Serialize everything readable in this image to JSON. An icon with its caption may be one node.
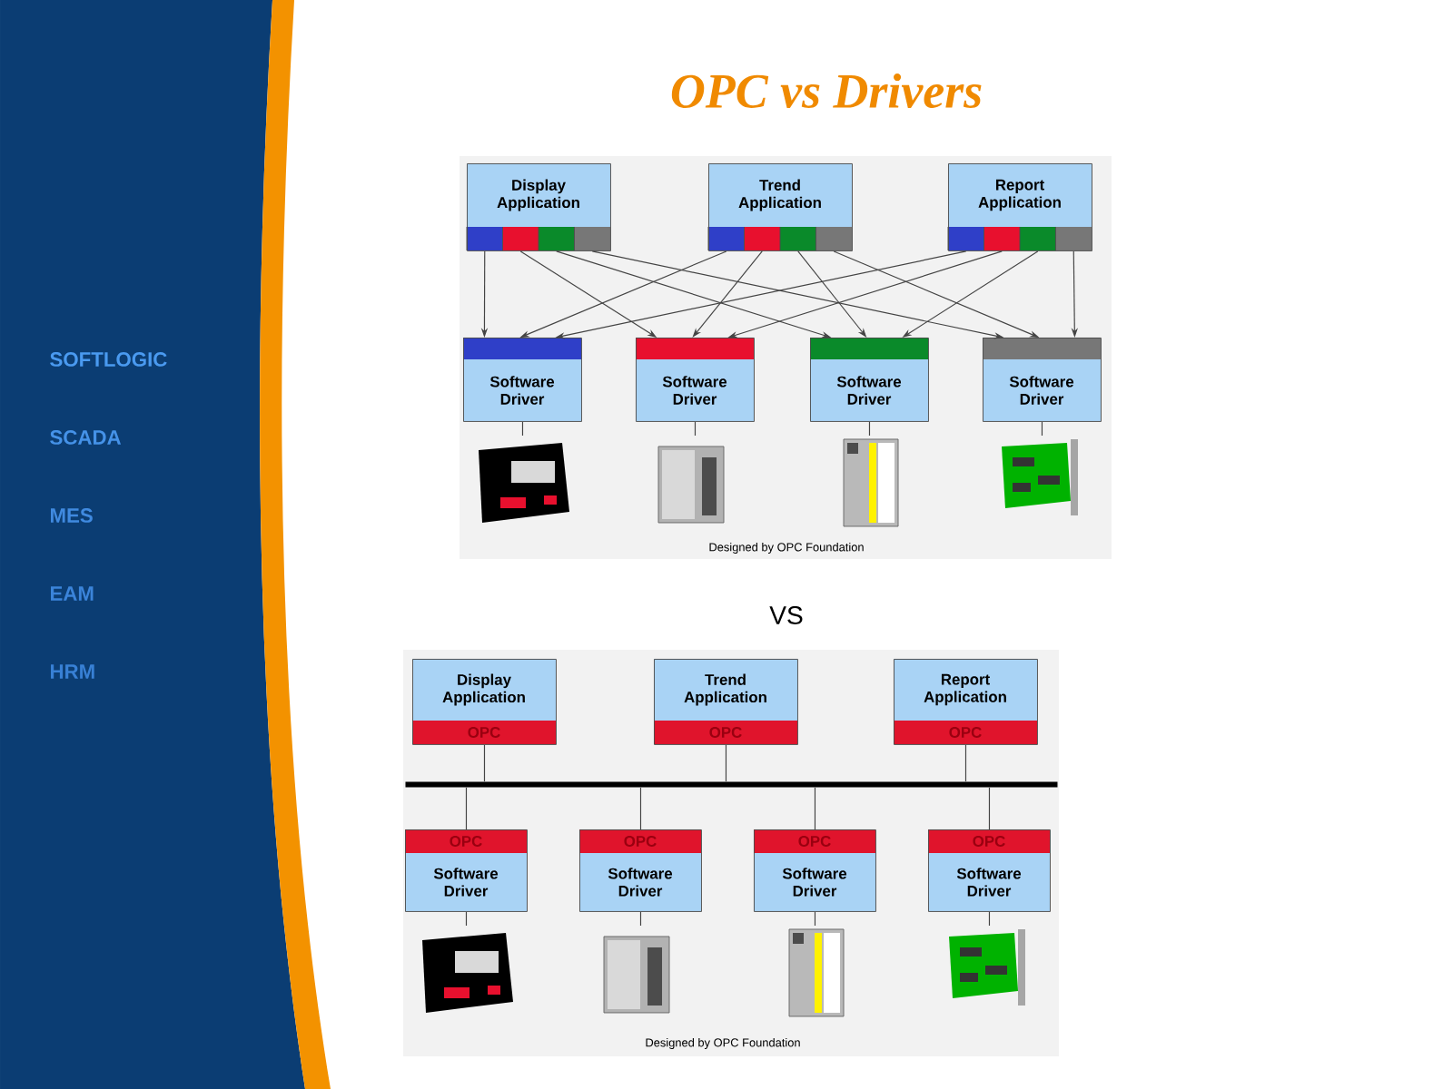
{
  "diagram": {
    "title": "OPC vs Drivers",
    "nodes": [
      {
        "text": [
          "Display Application"
        ]
      },
      {
        "text": [
          "Trend Application"
        ]
      },
      {
        "text": [
          "Report Application"
        ]
      },
      {
        "text": [
          "Software Driver"
        ]
      },
      {
        "text": [
          "Software Driver"
        ]
      },
      {
        "text": [
          "Software Driver"
        ]
      },
      {
        "text": [
          "Software Driver"
        ]
      },
      {
        "text": [],
        "shape": "picture"
      },
      {
        "text": [],
        "shape": "picture"
      },
      {
        "text": [],
        "shape": "picture"
      },
      {
        "text": [],
        "shape": "picture"
      },
      {
        "text": [
          "Display Application",
          "OPC"
        ]
      },
      {
        "text": [
          "Trend Application",
          "OPC"
        ]
      },
      {
        "text": [
          "Report Application",
          "OPC"
        ]
      },
      {
        "text": [],
        "shape": "bar"
      },
      {
        "text": [
          "OPC",
          "Software Driver"
        ]
      },
      {
        "text": [
          "OPC",
          "Software Driver"
        ]
      },
      {
        "text": [
          "OPC",
          "Software Driver"
        ]
      },
      {
        "text": [
          "OPC",
          "Software Driver"
        ]
      },
      {
        "text": [],
        "shape": "picture"
      },
      {
        "text": [],
        "shape": "picture"
      },
      {
        "text": [],
        "shape": "picture"
      },
      {
        "text": [],
        "shape": "picture"
      }
    ],
    "edges": [
      {
        "from": 0,
        "to": 3,
        "arrow": "to"
      },
      {
        "from": 0,
        "to": 4,
        "arrow": "to"
      },
      {
        "from": 0,
        "to": 5,
        "arrow": "to"
      },
      {
        "from": 0,
        "to": 6,
        "arrow": "to"
      },
      {
        "from": 1,
        "to": 3,
        "arrow": "to"
      },
      {
        "from": 1,
        "to": 4,
        "arrow": "to"
      },
      {
        "from": 1,
        "to": 5,
        "arrow": "to"
      },
      {
        "from": 1,
        "to": 6,
        "arrow": "to"
      },
      {
        "from": 2,
        "to": 3,
        "arrow": "to"
      },
      {
        "from": 2,
        "to": 4,
        "arrow": "to"
      },
      {
        "from": 2,
        "to": 5,
        "arrow": "to"
      },
      {
        "from": 2,
        "to": 6,
        "arrow": "to"
      },
      {
        "from": 3,
        "to": 7,
        "arrow": "none"
      },
      {
        "from": 4,
        "to": 8,
        "arrow": "none"
      },
      {
        "from": 5,
        "to": 9,
        "arrow": "none"
      },
      {
        "from": 6,
        "to": 10,
        "arrow": "none"
      },
      {
        "from": 11,
        "to": 14,
        "arrow": "none"
      },
      {
        "from": 12,
        "to": 14,
        "arrow": "none"
      },
      {
        "from": 13,
        "to": 14,
        "arrow": "none"
      },
      {
        "from": 14,
        "to": 15,
        "arrow": "none"
      },
      {
        "from": 14,
        "to": 16,
        "arrow": "none"
      },
      {
        "from": 14,
        "to": 17,
        "arrow": "none"
      },
      {
        "from": 14,
        "to": 18,
        "arrow": "none"
      },
      {
        "from": 15,
        "to": 19,
        "arrow": "none"
      },
      {
        "from": 16,
        "to": 20,
        "arrow": "none"
      },
      {
        "from": 17,
        "to": 21,
        "arrow": "none"
      },
      {
        "from": 18,
        "to": 22,
        "arrow": "none"
      }
    ],
    "labels": [
      "SOFTLOGIC",
      "SCADA",
      "MES",
      "EAM",
      "HRM",
      "Designed by OPC Foundation",
      "VS",
      "Designed by OPC Foundation"
    ]
  }
}
